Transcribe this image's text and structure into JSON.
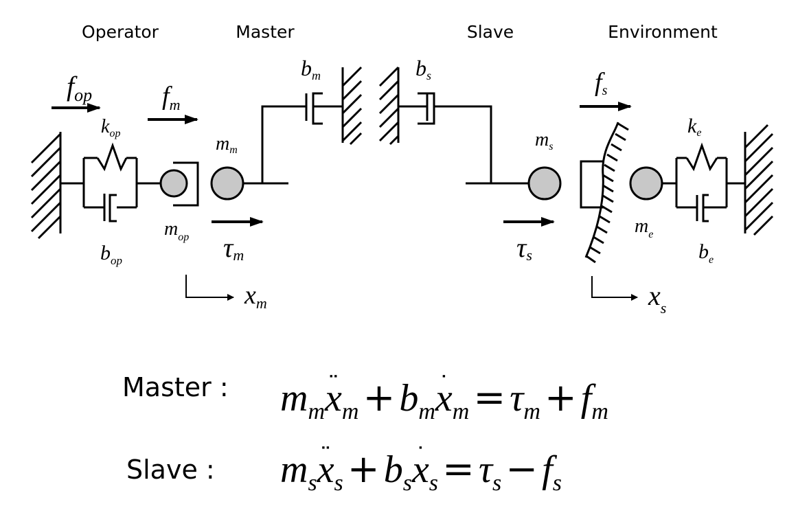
{
  "headers": {
    "operator": "Operator",
    "master": "Master",
    "slave": "Slave",
    "environment": "Environment"
  },
  "symbols": {
    "f_op": {
      "base": "f",
      "sub": "op"
    },
    "f_m": {
      "base": "f",
      "sub": "m"
    },
    "k_op": {
      "base": "k",
      "sub": "op"
    },
    "b_op": {
      "base": "b",
      "sub": "op"
    },
    "m_op": {
      "base": "m",
      "sub": "op"
    },
    "m_m": {
      "base": "m",
      "sub": "m"
    },
    "tau_m": {
      "base": "τ",
      "sub": "m"
    },
    "x_m": {
      "base": "x",
      "sub": "m"
    },
    "b_m": {
      "base": "b",
      "sub": "m"
    },
    "b_s": {
      "base": "b",
      "sub": "s"
    },
    "f_s": {
      "base": "f",
      "sub": "s"
    },
    "m_s": {
      "base": "m",
      "sub": "s"
    },
    "tau_s": {
      "base": "τ",
      "sub": "s"
    },
    "x_s": {
      "base": "x",
      "sub": "s"
    },
    "k_e": {
      "base": "k",
      "sub": "e"
    },
    "m_e": {
      "base": "m",
      "sub": "e"
    },
    "b_e": {
      "base": "b",
      "sub": "e"
    }
  },
  "equations": {
    "master": {
      "label": "Master :",
      "m": "m",
      "m_sub": "m",
      "x1": "x",
      "x1_sub": "m",
      "plus1": "+",
      "b": "b",
      "b_sub": "m",
      "x2": "x",
      "x2_sub": "m",
      "eq": "=",
      "tau": "τ",
      "tau_sub": "m",
      "op2": "+",
      "f": "f",
      "f_sub": "m"
    },
    "slave": {
      "label": "Slave :",
      "m": "m",
      "m_sub": "s",
      "x1": "x",
      "x1_sub": "s",
      "plus1": "+",
      "b": "b",
      "b_sub": "s",
      "x2": "x",
      "x2_sub": "s",
      "eq": "=",
      "tau": "τ",
      "tau_sub": "s",
      "op2": "−",
      "f": "f",
      "f_sub": "s"
    }
  },
  "colors": {
    "line": "#000000",
    "mass_fill": "#c8c8c8"
  }
}
